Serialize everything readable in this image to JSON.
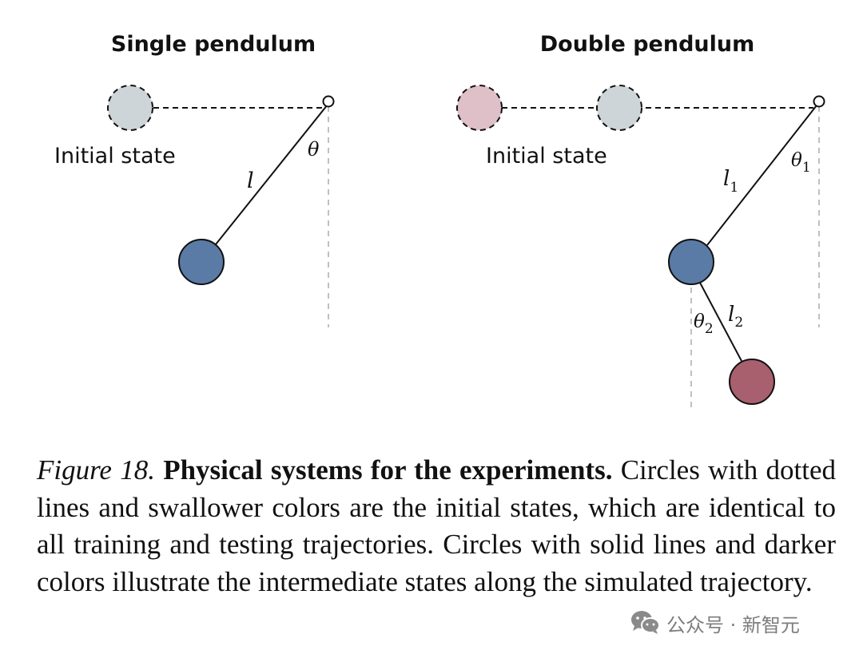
{
  "single_pendulum": {
    "title": "Single pendulum",
    "initial_state_label": "Initial state",
    "length_label": "l",
    "angle_label": "θ"
  },
  "double_pendulum": {
    "title": "Double pendulum",
    "initial_state_label": "Initial state",
    "length1_label": "l",
    "length1_sub": "1",
    "angle1_label": "θ",
    "angle1_sub": "1",
    "length2_label": "l",
    "length2_sub": "2",
    "angle2_label": "θ",
    "angle2_sub": "2"
  },
  "colors": {
    "initial_gray": "#ced5d8",
    "initial_pink": "#dfbfc8",
    "bob_blue": "#5a7ba5",
    "bob_red": "#a85f6e",
    "line": "#111111",
    "dashed_guide": "#c0c0c0"
  },
  "caption": {
    "lead": "Figure 18.",
    "bold": "Physical systems for the experiments.",
    "body": "Circles with dotted lines and swallower colors are the initial states, which are identical to all training and testing trajectories. Circles with solid lines and darker colors illustrate the intermediate states along the simulated trajectory."
  },
  "watermark": {
    "icon": "wechat-icon",
    "text": "公众号 · 新智元"
  }
}
